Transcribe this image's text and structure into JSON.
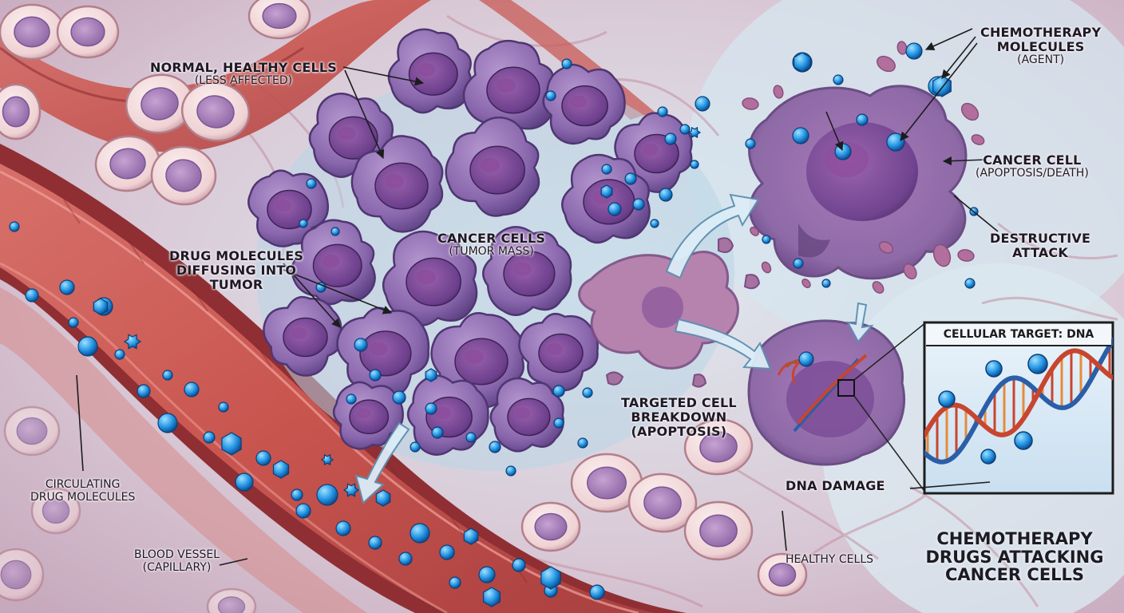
{
  "title": {
    "line1": "CHEMOTHERAPY",
    "line2": "DRUGS ATTACKING",
    "line3": "CANCER CELLS"
  },
  "labels": {
    "normal_cells": {
      "title": "NORMAL, HEALTHY CELLS",
      "sub": "(LESS AFFECTED)"
    },
    "drug_diffusing": {
      "line1": "DRUG MOLECULES",
      "line2": "DIFFUSING INTO",
      "line3": "TUMOR"
    },
    "cancer_cells": {
      "title": "CANCER CELLS",
      "sub": "(TUMOR MASS)"
    },
    "circulating": {
      "line1": "CIRCULATING",
      "line2": "DRUG MOLECULES"
    },
    "blood_vessel": {
      "line1": "BLOOD VESSEL",
      "line2": "(CAPILLARY)"
    },
    "chemo_molecules": {
      "line1": "CHEMOTHERAPY",
      "line2": "MOLECULES",
      "sub": "(AGENT)"
    },
    "cancer_cell": {
      "title": "CANCER CELL",
      "sub": "(APOPTOSIS/DEATH)"
    },
    "destructive": {
      "line1": "DESTRUCTIVE",
      "line2": "ATTACK"
    },
    "breakdown": {
      "line1": "TARGETED CELL",
      "line2": "BREAKDOWN",
      "line3": "(APOPTOSIS)"
    },
    "dna_damage": "DNA DAMAGE",
    "healthy_cells": "HEALTHY CELLS"
  },
  "inset": {
    "title": "CELLULAR TARGET: DNA"
  },
  "colors": {
    "tissue": "#e8cfd6",
    "vessel": "#c9554f",
    "vessel_dark": "#8f2f33",
    "cancer_cell": "#8a67ad",
    "cancer_nucleus": "#6c3f8c",
    "healthy_cell": "#f0d8d8",
    "healthy_nucleus": "#a77fb6",
    "drug_molecule": "#1f8fe0",
    "dna_strand_a": "#2b5ea8",
    "dna_strand_b": "#c8452f",
    "background_blue": "#cfe3ee"
  }
}
